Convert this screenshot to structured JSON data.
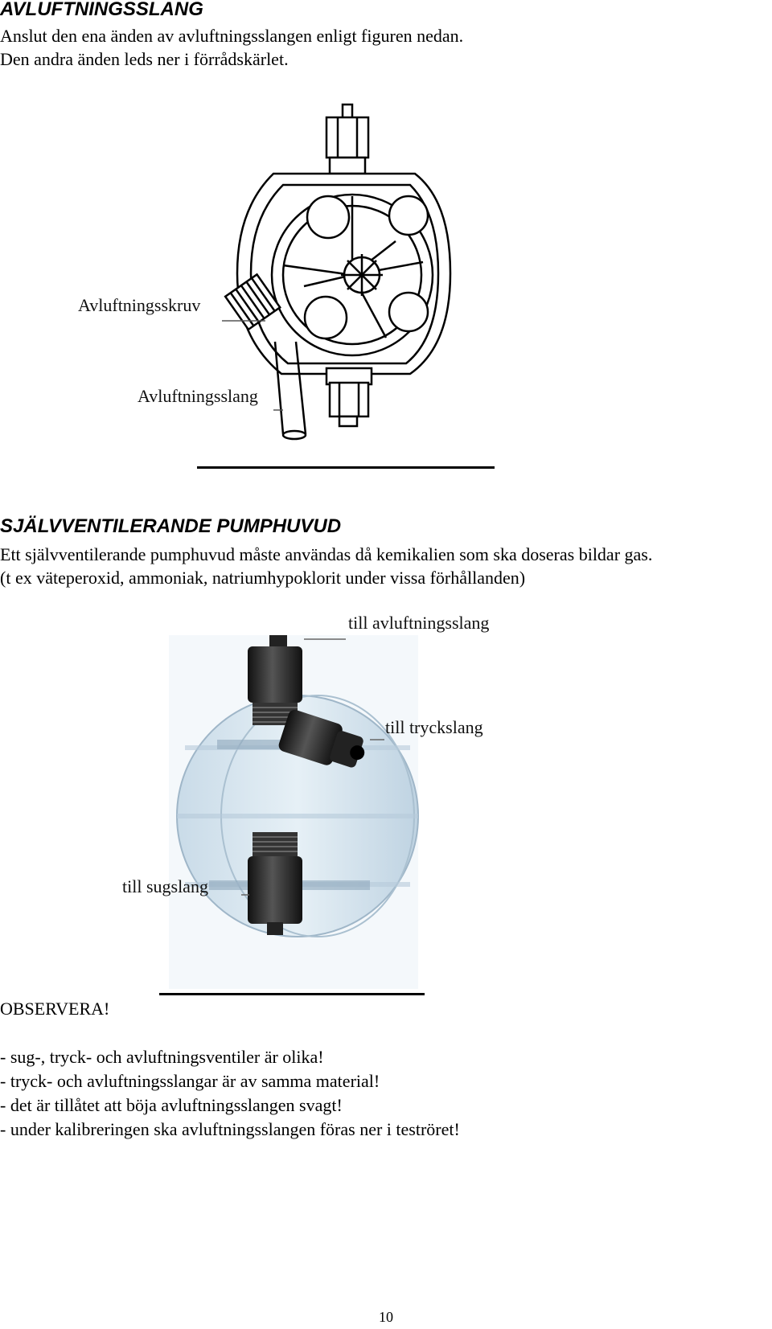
{
  "section1": {
    "heading": "AVLUFTNINGSSLANG",
    "line1": "Anslut den ena änden av avluftningsslangen enligt figuren nedan.",
    "line2": "Den andra änden leds ner i förrådskärlet."
  },
  "figure1": {
    "label_screw": "Avluftningsskruv",
    "label_hose": "Avluftningsslang"
  },
  "section2": {
    "heading": "SJÄLVVENTILERANDE PUMPHUVUD",
    "line1": "Ett självventilerande pumphuvud måste användas då kemikalien som ska doseras bildar gas.",
    "line2": "(t ex väteperoxid, ammoniak, natriumhypoklorit under vissa förhållanden)"
  },
  "figure2": {
    "label_vent": "till avluftningsslang",
    "label_pressure": "till tryckslang",
    "label_suction": "till sugslang"
  },
  "notice": {
    "title": "OBSERVERA!",
    "items": [
      "- sug-, tryck- och avluftningsventiler är olika!",
      "- tryck- och avluftningsslangar är av samma material!",
      "- det är tillåtet att böja avluftningsslangen svagt!",
      "- under kalibreringen ska avluftningsslangen föras ner i teströret!"
    ]
  },
  "page_number": "10"
}
